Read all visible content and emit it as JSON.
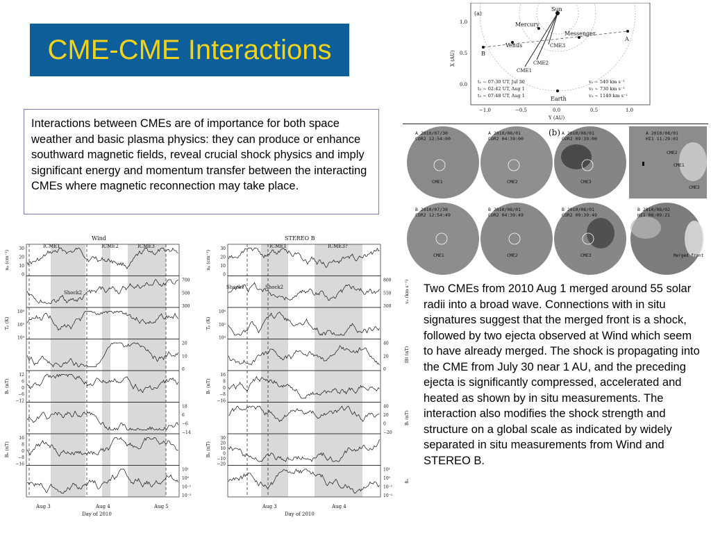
{
  "slide": {
    "title": "CME-CME Interactions",
    "intro": "Interactions between CMEs are of importance for both space weather and basic plasma physics: they can produce or enhance southward magnetic fields, reveal crucial shock physics and imply significant energy and momentum transfer between the interacting CMEs where magnetic reconnection may take place.",
    "caption": "Two CMEs from 2010 Aug 1 merged around 55 solar radii into a broad wave. Connections with in situ signatures suggest that the merged front is a shock, followed by two ejecta observed at Wind which seem to have already merged. The shock is propagating into the CME from July 30 near 1 AU, and the preceding ejecta is significantly compressed, accelerated and heated as shown by in situ measurements. The interaction also modifies the shock strength and structure on a global scale as indicated by widely separated in situ measurements from Wind and STEREO B."
  },
  "orbit_figure": {
    "panel": "(a)",
    "bodies": [
      "Sun",
      "Mercury",
      "Venus",
      "Messenger",
      "Earth"
    ],
    "spacecraft": [
      "A",
      "B"
    ],
    "cmes": [
      "CME1",
      "CME2",
      "CME3"
    ],
    "times": [
      "t₁ ~ 07:30 UT, Jul 30",
      "t₂ ~ 02:42 UT, Aug 1",
      "t₃ ~ 07:48 UT, Aug 1"
    ],
    "speeds": [
      "v₁ ~ 540  km s⁻¹",
      "v₂ ~ 730  km s⁻¹",
      "v₃ ~ 1140 km s⁻¹"
    ],
    "xlabel": "Y (AU)",
    "ylabel": "X (AU)",
    "xticks": [
      "−1.0",
      "−0.5",
      "0.0",
      "0.5",
      "1.0"
    ],
    "yticks": [
      "0.0",
      "0.5",
      "1.0"
    ]
  },
  "image_grid": {
    "panel": "(b)",
    "row1": [
      {
        "stamp1": "A 2010/07/30",
        "stamp2": "COR2 12:54:00",
        "label": "CME1"
      },
      {
        "stamp1": "A 2010/08/01",
        "stamp2": "COR2 04:39:00",
        "label": "CME2"
      },
      {
        "stamp1": "A 2010/08/01",
        "stamp2": "COR2 09:39:00",
        "label": "CME3"
      },
      {
        "stamp1": "A 2010/08/01",
        "stamp2": "HI1 11:29:01",
        "label": "CME1"
      }
    ],
    "row2": [
      {
        "stamp1": "B 2010/07/30",
        "stamp2": "COR2 12:54:49",
        "label": "CME1"
      },
      {
        "stamp1": "B 2010/08/01",
        "stamp2": "COR2 04:39:49",
        "label": "CME2"
      },
      {
        "stamp1": "B 2010/08/01",
        "stamp2": "COR2 09:39:49",
        "label": "CME3"
      },
      {
        "stamp1": "B 2010/08/02",
        "stamp2": "HI1 08:09:21",
        "label": "Merged front"
      }
    ],
    "hi_labels": [
      "CME2",
      "CME3"
    ]
  },
  "insitu_wind": {
    "title": "Wind",
    "regions": [
      "ICME1",
      "ICME2",
      "ICME3"
    ],
    "shock": "Shock2",
    "xticks": [
      "Aug 3",
      "Aug 4",
      "Aug 5"
    ],
    "xlabel": "Day of 2010",
    "left_labels": [
      "nₚ (cm⁻³)",
      "Tₚ (K)",
      "Bᵣ (nT)",
      "Bₙ (nT)"
    ],
    "right_labels": [
      "vₚ (km s⁻¹)",
      "|B| (nT)",
      "Bₜ (nT)",
      "βₚ"
    ],
    "left_ticks": [
      [
        "30",
        "20",
        "10",
        "0"
      ],
      [
        "10⁶",
        "10⁵",
        "10⁴"
      ],
      [
        "12",
        "6",
        "0",
        "−6",
        "−12"
      ],
      [
        "16",
        "8",
        "0",
        "−8",
        "−16"
      ]
    ],
    "right_ticks": [
      [
        "700",
        "500",
        "300"
      ],
      [
        "20",
        "10",
        "0"
      ],
      [
        "18",
        "6",
        "−6",
        "−14"
      ],
      [
        "10¹",
        "10⁰",
        "10⁻¹",
        "10⁻²"
      ]
    ]
  },
  "insitu_stereo": {
    "title": "STEREO B",
    "regions": [
      "ICME1",
      "ICME3?"
    ],
    "shocks": [
      "Shock1",
      "Shock2"
    ],
    "xticks": [
      "Aug 3",
      "Aug 4"
    ],
    "xlabel": "Day of 2010",
    "left_labels": [
      "nₚ (cm⁻³)",
      "Tₚ (K)",
      "Bᵣ (nT)",
      "Bₙ (nT)"
    ],
    "right_labels": [
      "vₚ (km s⁻¹)",
      "|B| (nT)",
      "Bₜ (nT)",
      "βₚ"
    ],
    "left_ticks": [
      [
        "30",
        "20",
        "10",
        "0"
      ],
      [
        "10⁶",
        "10⁵",
        "10⁴"
      ],
      [
        "16",
        "8",
        "0",
        "−8",
        "−16"
      ],
      [
        "30",
        "20",
        "10",
        "0",
        "−10",
        "−20"
      ]
    ],
    "right_ticks": [
      [
        "800",
        "550",
        "300"
      ],
      [
        "40",
        "20",
        "0"
      ],
      [
        "40",
        "20",
        "0",
        "−20"
      ],
      [
        "10¹",
        "10⁰",
        "10⁻¹",
        "10⁻²"
      ]
    ]
  }
}
